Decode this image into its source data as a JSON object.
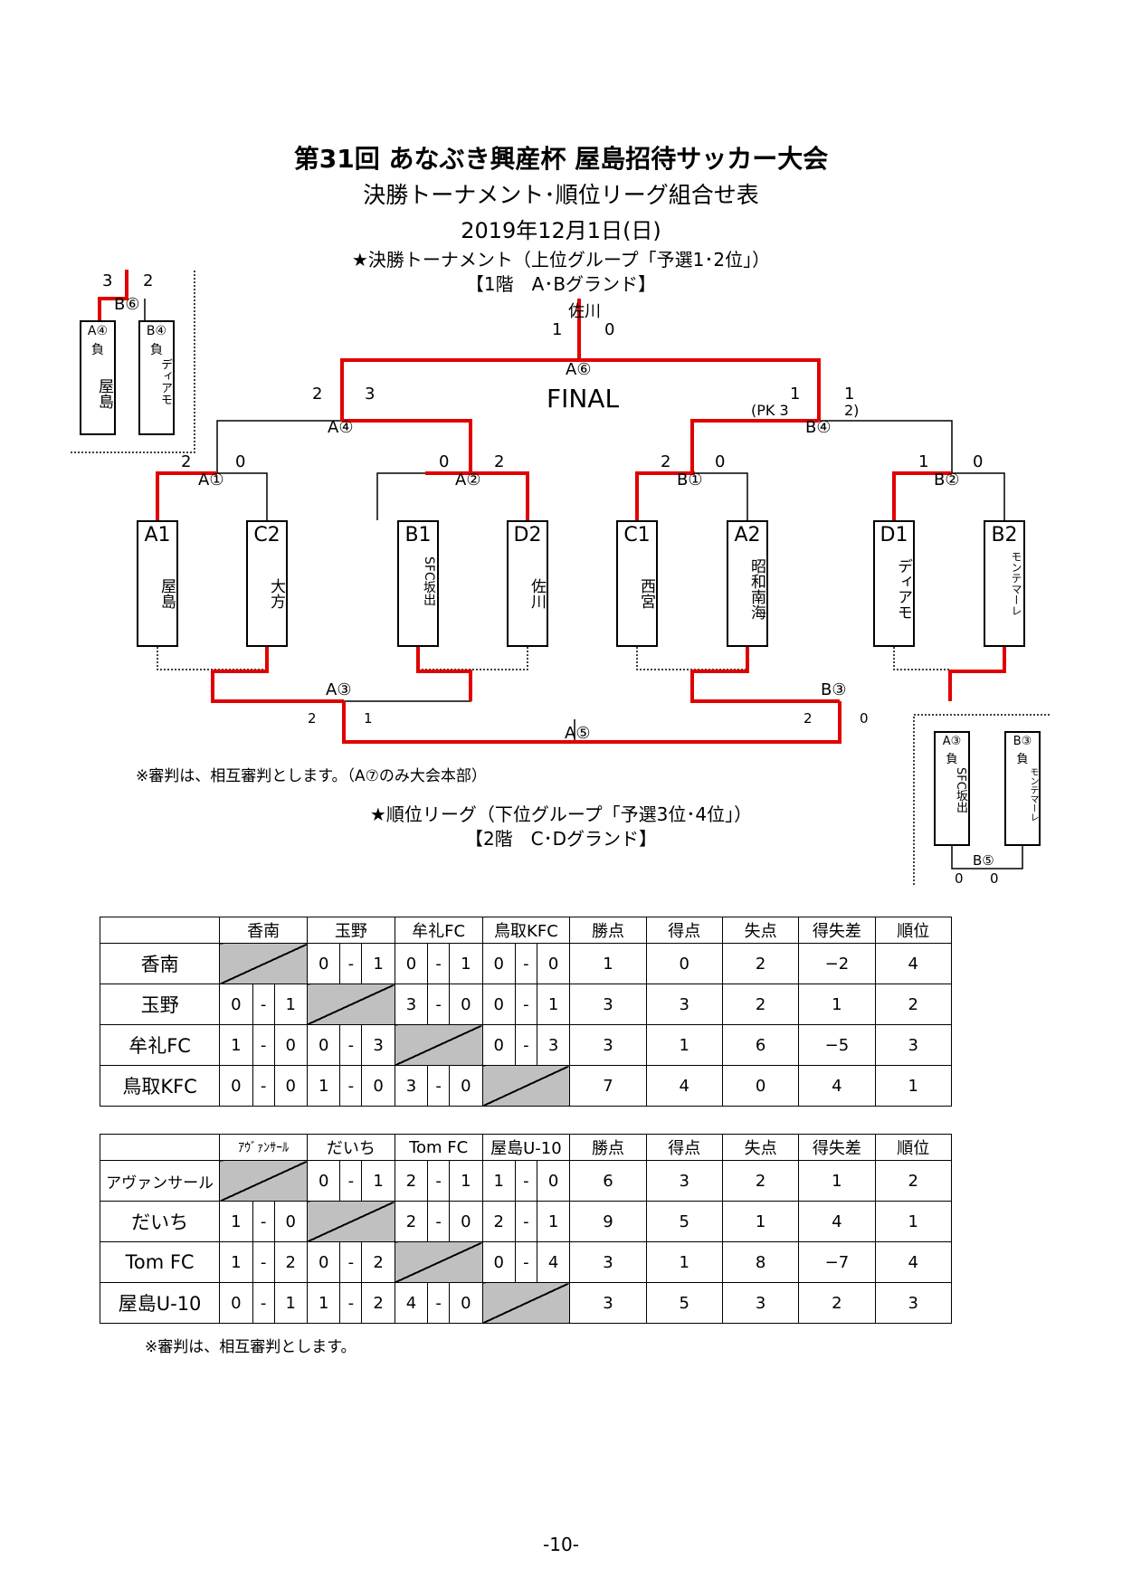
{
  "header": {
    "title": "第31回 あなぶき興産杯 屋島招待サッカー大会",
    "subtitle": "決勝トーナメント･順位リーグ組合せ表",
    "date": "2019年12月1日(日)"
  },
  "tournament": {
    "heading": "★決勝トーナメント（上位グループ「予選1･2位」）",
    "venue": "【1階　A･Bグランド】",
    "final_label": "FINAL",
    "champion": "佐川",
    "final": {
      "code": "A⑥",
      "left": "1",
      "right": "0"
    },
    "semis": [
      {
        "code": "A④",
        "left": "2",
        "right": "3"
      },
      {
        "code": "B④",
        "left": "1",
        "right": "1",
        "pk": "(PK 3",
        "pk_right": "2)"
      }
    ],
    "quarters": [
      {
        "code": "A①",
        "left": "2",
        "right": "0"
      },
      {
        "code": "A②",
        "left": "0",
        "right": "2"
      },
      {
        "code": "B①",
        "left": "2",
        "right": "0"
      },
      {
        "code": "B②",
        "left": "1",
        "right": "0"
      }
    ],
    "teams": [
      {
        "seed": "A1",
        "name": "屋島"
      },
      {
        "seed": "C2",
        "name": "大方"
      },
      {
        "seed": "B1",
        "name": "SFC坂出"
      },
      {
        "seed": "D2",
        "name": "佐川"
      },
      {
        "seed": "C1",
        "name": "西宮"
      },
      {
        "seed": "A2",
        "name": "昭和南海"
      },
      {
        "seed": "D1",
        "name": "ディアモ"
      },
      {
        "seed": "B2",
        "name": "モンテマーレ"
      }
    ],
    "consolation": [
      {
        "code": "A③",
        "left": "2",
        "right": "1"
      },
      {
        "code": "B③"
      },
      {
        "code": "A⑤",
        "left": "2",
        "right": "0"
      }
    ],
    "third_place_left": {
      "code": "B⑥",
      "left": "3",
      "right": "2",
      "team_a_code": "A④",
      "team_a_loser": "負",
      "team_a_name": "屋島",
      "team_b_code": "B④",
      "team_b_loser": "負",
      "team_b_name": "ディアモ"
    },
    "third_place_right": {
      "code": "B⑤",
      "left": "0",
      "right": "0",
      "team_a_code": "A③",
      "team_a_loser": "負",
      "team_a_name": "SFC坂出",
      "team_b_code": "B③",
      "team_b_loser": "負",
      "team_b_name": "モンテマーレ"
    },
    "note": "※審判は、相互審判とします。（A⑦のみ大会本部）"
  },
  "league": {
    "heading": "★順位リーグ（下位グループ「予選3位･4位」）",
    "venue": "【2階　C･Dグランド】",
    "stat_headers": [
      "勝点",
      "得点",
      "失点",
      "得失差",
      "順位"
    ],
    "tables": [
      {
        "teams": [
          "香南",
          "玉野",
          "牟礼FC",
          "鳥取KFC"
        ],
        "rows": [
          {
            "team": "香南",
            "results": [
              null,
              [
                "0",
                "1"
              ],
              [
                "0",
                "1"
              ],
              [
                "0",
                "0"
              ]
            ],
            "stats": [
              "1",
              "0",
              "2",
              "−2",
              "4"
            ]
          },
          {
            "team": "玉野",
            "results": [
              [
                "0",
                "1"
              ],
              null,
              [
                "3",
                "0"
              ],
              [
                "0",
                "1"
              ]
            ],
            "stats": [
              "3",
              "3",
              "2",
              "1",
              "2"
            ]
          },
          {
            "team": "牟礼FC",
            "results": [
              [
                "1",
                "0"
              ],
              [
                "0",
                "3"
              ],
              null,
              [
                "0",
                "3"
              ]
            ],
            "stats": [
              "3",
              "1",
              "6",
              "−5",
              "3"
            ]
          },
          {
            "team": "鳥取KFC",
            "results": [
              [
                "0",
                "0"
              ],
              [
                "1",
                "0"
              ],
              [
                "3",
                "0"
              ],
              null
            ],
            "stats": [
              "7",
              "4",
              "0",
              "4",
              "1"
            ]
          }
        ]
      },
      {
        "teams": [
          "ｱｳﾞｧﾝｻｰﾙ",
          "だいち",
          "Tom FC",
          "屋島U-10"
        ],
        "rows": [
          {
            "team": "アヴァンサール",
            "results": [
              null,
              [
                "0",
                "1"
              ],
              [
                "2",
                "1"
              ],
              [
                "1",
                "0"
              ]
            ],
            "stats": [
              "6",
              "3",
              "2",
              "1",
              "2"
            ]
          },
          {
            "team": "だいち",
            "results": [
              [
                "1",
                "0"
              ],
              null,
              [
                "2",
                "0"
              ],
              [
                "2",
                "1"
              ]
            ],
            "stats": [
              "9",
              "5",
              "1",
              "4",
              "1"
            ]
          },
          {
            "team": "Tom FC",
            "results": [
              [
                "1",
                "2"
              ],
              [
                "0",
                "2"
              ],
              null,
              [
                "0",
                "4"
              ]
            ],
            "stats": [
              "3",
              "1",
              "8",
              "−7",
              "4"
            ]
          },
          {
            "team": "屋島U-10",
            "results": [
              [
                "0",
                "1"
              ],
              [
                "1",
                "2"
              ],
              [
                "4",
                "0"
              ],
              null
            ],
            "stats": [
              "3",
              "5",
              "3",
              "2",
              "3"
            ]
          }
        ]
      }
    ],
    "note": "※審判は、相互審判とします。"
  },
  "page_number": "-10-",
  "colors": {
    "advance_line": "#e00000",
    "line": "#000000",
    "shade": "#c0c0c0"
  }
}
